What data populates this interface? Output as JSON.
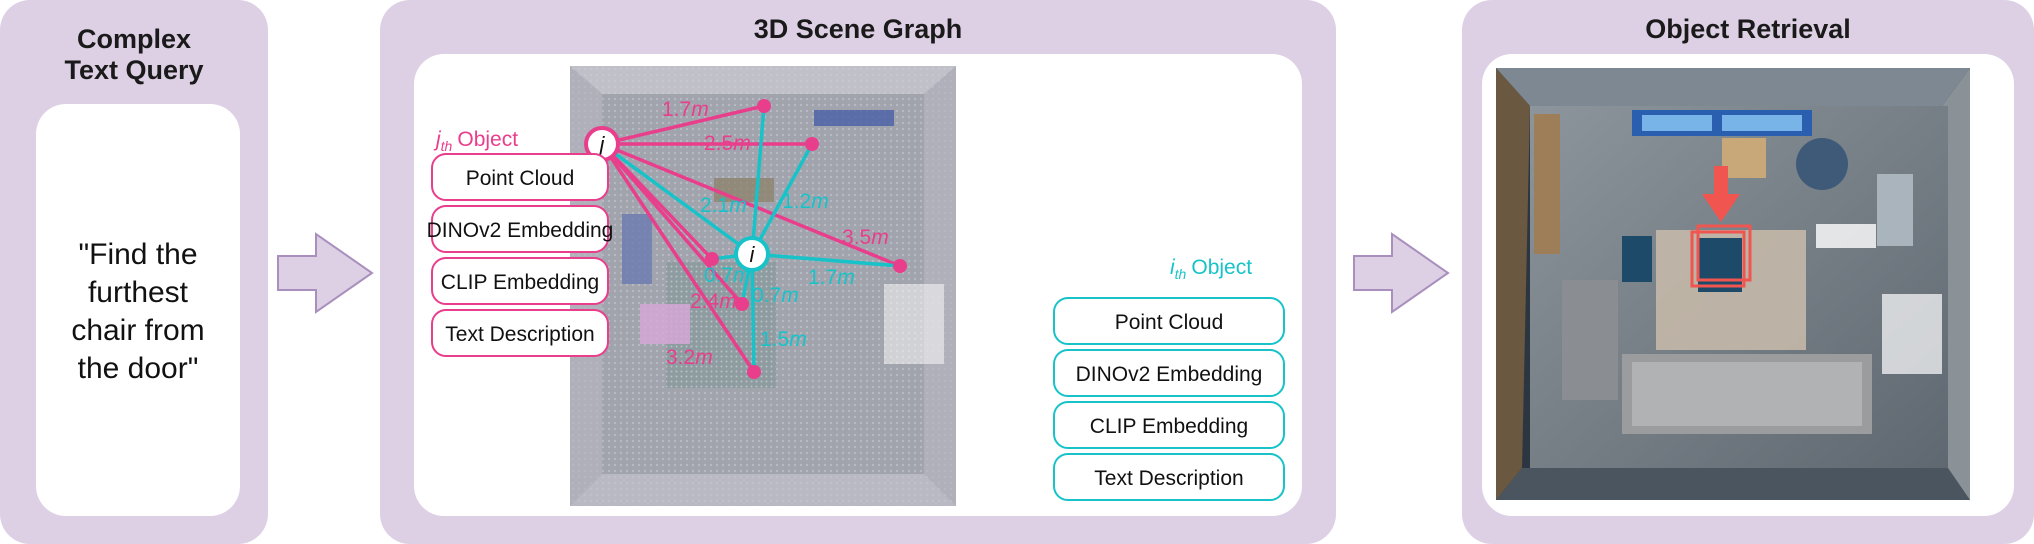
{
  "query_panel": {
    "title_line1": "Complex",
    "title_line2": "Text Query",
    "query_line1": "\"Find the",
    "query_line2": "furthest",
    "query_line3": "chair from",
    "query_line4": "the door\""
  },
  "graph_panel": {
    "title": "3D Scene Graph",
    "node_j": "j",
    "node_i": "i",
    "j_object": {
      "sub": "th",
      "label": "Object",
      "fields": [
        "Point Cloud",
        "DINOv2 Embedding",
        "CLIP Embedding",
        "Text Description"
      ]
    },
    "i_object": {
      "sub": "th",
      "label": "Object",
      "fields": [
        "Point Cloud",
        "DINOv2 Embedding",
        "CLIP Embedding",
        "Text Description"
      ]
    },
    "distances": {
      "j_to_top": "1.7",
      "j_to_upper_right": "2.5",
      "j_to_right": "3.5",
      "j_to_left_mid": "2.4",
      "j_to_bottom": "3.2",
      "i_to_upper_right": "1.2",
      "i_to_j_area": "2.1",
      "i_to_right": "1.7",
      "i_to_left": "0.7",
      "i_to_left_mid": "0.7",
      "i_to_bottom": "1.5",
      "unit": "m"
    },
    "colors": {
      "pink": "#e83e8c",
      "teal": "#17c3c9"
    }
  },
  "retrieval_panel": {
    "title": "Object Retrieval",
    "highlight_color": "#f0554f"
  }
}
